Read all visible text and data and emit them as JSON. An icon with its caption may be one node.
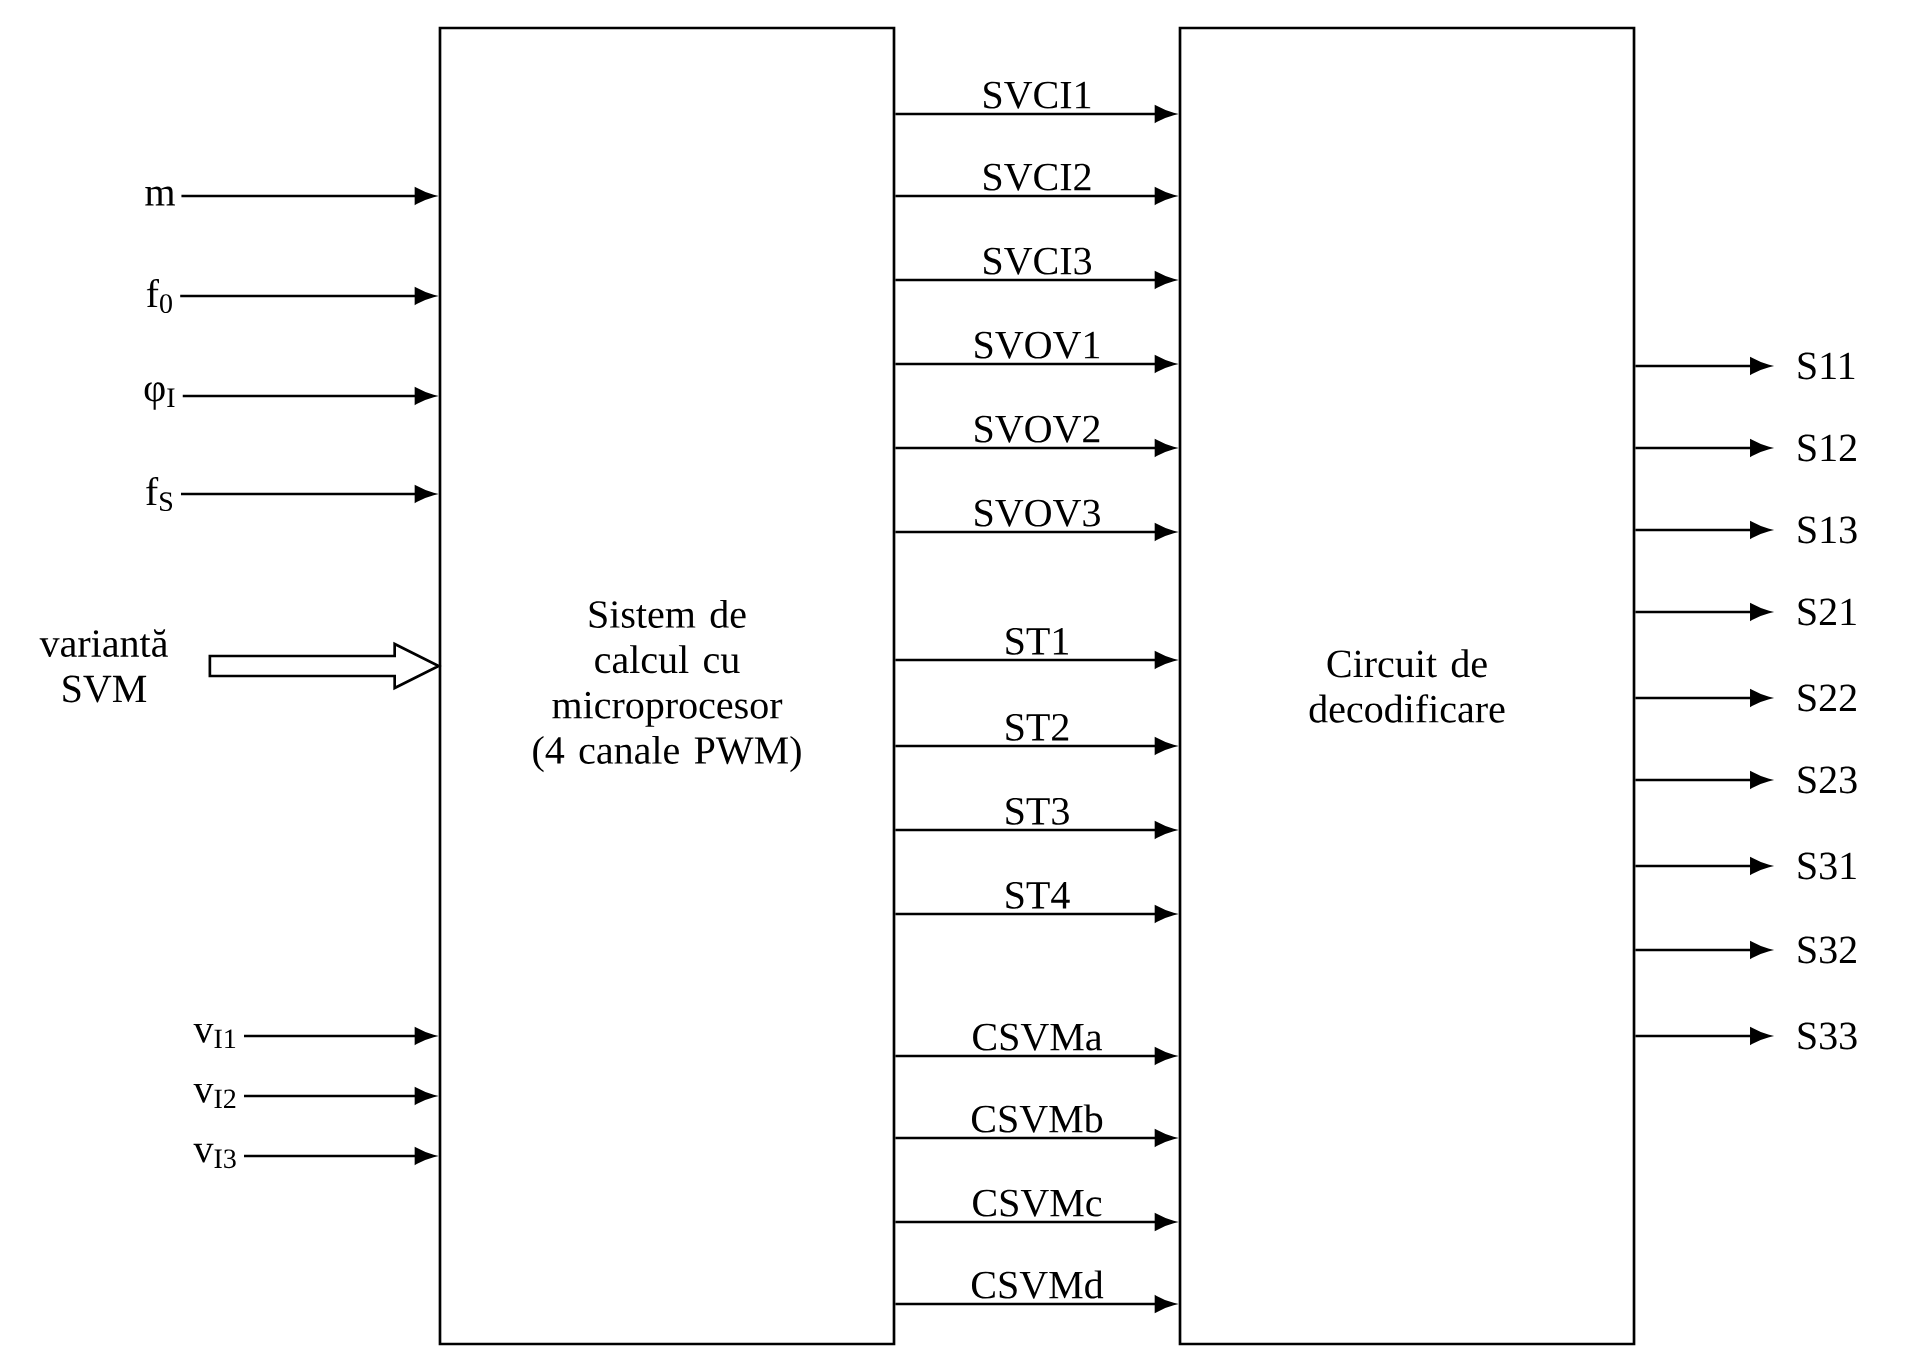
{
  "diagram": {
    "nodes": [
      {
        "text": [
          "Sistem de calcul cu microprocesor (4 canale PWM)"
        ]
      },
      {
        "text": [
          "Circuit de decodificare"
        ]
      },
      {
        "text": [
          "m"
        ]
      },
      {
        "text": [
          "f$_{0}$"
        ]
      },
      {
        "text": [
          "φ$_{I}$"
        ]
      },
      {
        "text": [
          "f$_{S}$"
        ]
      },
      {
        "text": [
          "variantă SVM"
        ]
      },
      {
        "text": [
          "v$_{I1}$"
        ]
      },
      {
        "text": [
          "v$_{I2}$"
        ]
      },
      {
        "text": [
          "v$_{I3}$"
        ]
      },
      {
        "text": [
          "S11"
        ]
      },
      {
        "text": [
          "S12"
        ]
      },
      {
        "text": [
          "S13"
        ]
      },
      {
        "text": [
          "S21"
        ]
      },
      {
        "text": [
          "S22"
        ]
      },
      {
        "text": [
          "S23"
        ]
      },
      {
        "text": [
          "S31"
        ]
      },
      {
        "text": [
          "S32"
        ]
      },
      {
        "text": [
          "S33"
        ]
      }
    ],
    "edges": [
      {
        "from": 2,
        "to": 0,
        "arrow": "to"
      },
      {
        "from": 3,
        "to": 0,
        "arrow": "to"
      },
      {
        "from": 4,
        "to": 0,
        "arrow": "to"
      },
      {
        "from": 5,
        "to": 0,
        "arrow": "to"
      },
      {
        "from": 6,
        "to": 0,
        "arrow": "to",
        "style": "thick"
      },
      {
        "from": 7,
        "to": 0,
        "arrow": "to"
      },
      {
        "from": 8,
        "to": 0,
        "arrow": "to"
      },
      {
        "from": 9,
        "to": 0,
        "arrow": "to"
      },
      {
        "from": 0,
        "to": 1,
        "arrow": "to",
        "label": "SVCI1"
      },
      {
        "from": 0,
        "to": 1,
        "arrow": "to",
        "label": "SVCI2"
      },
      {
        "from": 0,
        "to": 1,
        "arrow": "to",
        "label": "SVCI3"
      },
      {
        "from": 0,
        "to": 1,
        "arrow": "to",
        "label": "SVOV1"
      },
      {
        "from": 0,
        "to": 1,
        "arrow": "to",
        "label": "SVOV2"
      },
      {
        "from": 0,
        "to": 1,
        "arrow": "to",
        "label": "SVOV3"
      },
      {
        "from": 0,
        "to": 1,
        "arrow": "to",
        "label": "ST1"
      },
      {
        "from": 0,
        "to": 1,
        "arrow": "to",
        "label": "ST2"
      },
      {
        "from": 0,
        "to": 1,
        "arrow": "to",
        "label": "ST3"
      },
      {
        "from": 0,
        "to": 1,
        "arrow": "to",
        "label": "ST4"
      },
      {
        "from": 0,
        "to": 1,
        "arrow": "to",
        "label": "CSVMa"
      },
      {
        "from": 0,
        "to": 1,
        "arrow": "to",
        "label": "CSVMb"
      },
      {
        "from": 0,
        "to": 1,
        "arrow": "to",
        "label": "CSVMc"
      },
      {
        "from": 0,
        "to": 1,
        "arrow": "to",
        "label": "CSVMd"
      },
      {
        "from": 1,
        "to": 10,
        "arrow": "to"
      },
      {
        "from": 1,
        "to": 11,
        "arrow": "to"
      },
      {
        "from": 1,
        "to": 12,
        "arrow": "to"
      },
      {
        "from": 1,
        "to": 13,
        "arrow": "to"
      },
      {
        "from": 1,
        "to": 14,
        "arrow": "to"
      },
      {
        "from": 1,
        "to": 15,
        "arrow": "to"
      },
      {
        "from": 1,
        "to": 16,
        "arrow": "to"
      },
      {
        "from": 1,
        "to": 17,
        "arrow": "to"
      },
      {
        "from": 1,
        "to": 18,
        "arrow": "to"
      }
    ]
  }
}
